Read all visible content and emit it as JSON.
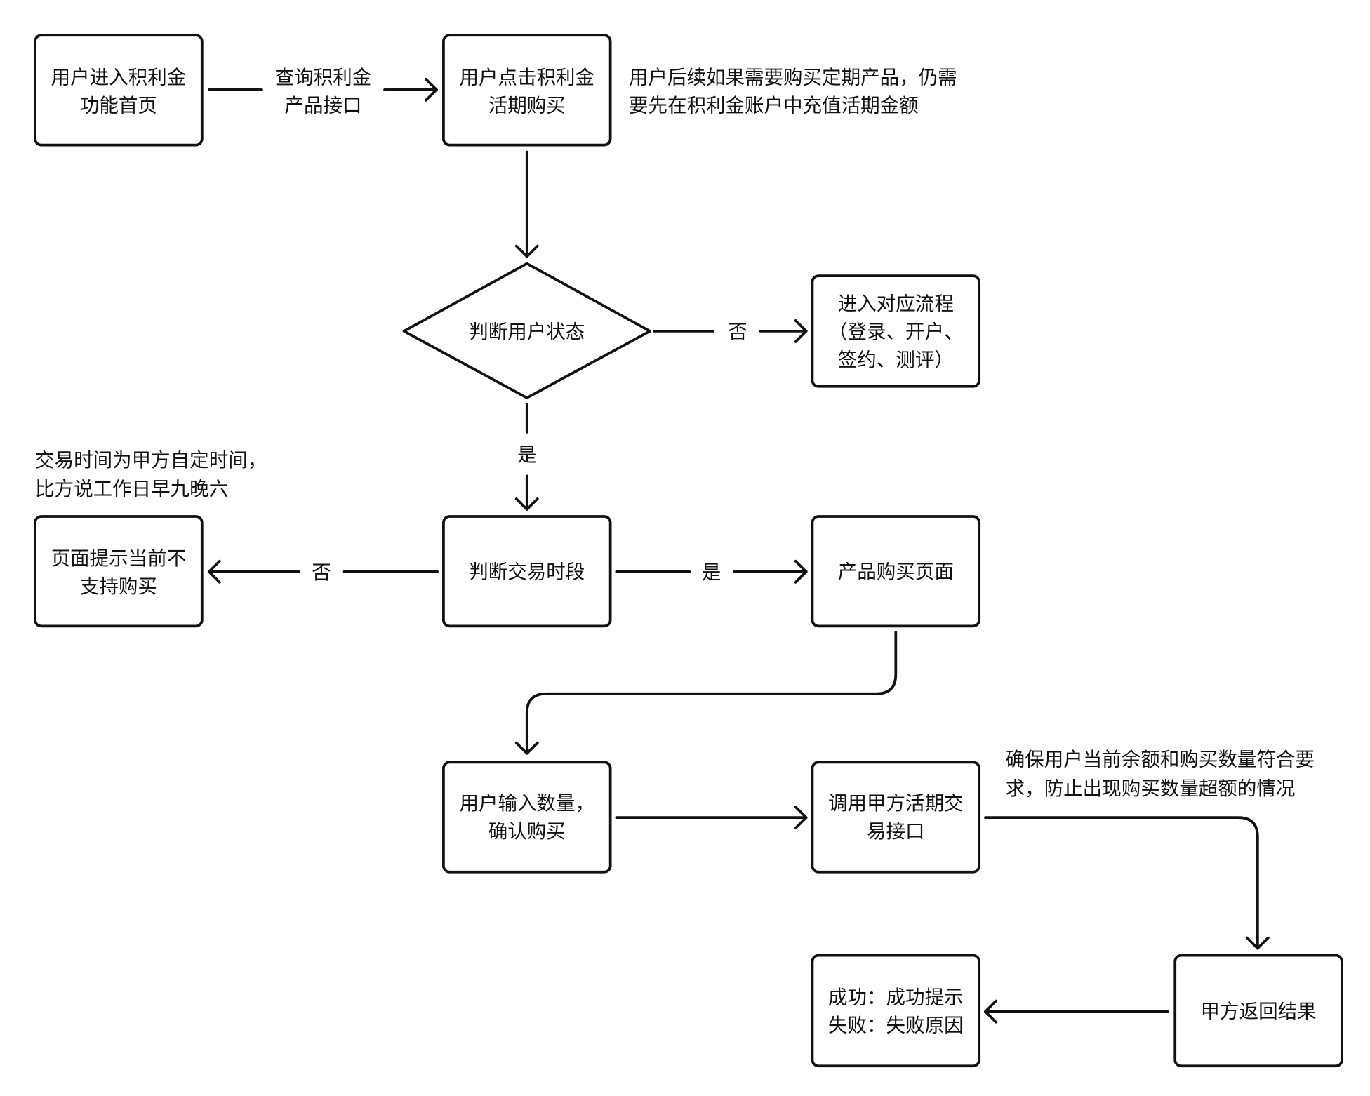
{
  "nodes": {
    "start": {
      "lines": [
        "用户进入积利金",
        "功能首页"
      ]
    },
    "click_buy": {
      "lines": [
        "用户点击积利金",
        "活期购买"
      ]
    },
    "check_user": {
      "lines": [
        "判断用户状态"
      ]
    },
    "flow": {
      "lines": [
        "进入对应流程",
        "（登录、开户、",
        "签约、测评）"
      ]
    },
    "not_supported": {
      "lines": [
        "页面提示当前不",
        "支持购买"
      ]
    },
    "check_time": {
      "lines": [
        "判断交易时段"
      ]
    },
    "buy_page": {
      "lines": [
        "产品购买页面"
      ]
    },
    "input_qty": {
      "lines": [
        "用户输入数量，",
        "确认购买"
      ]
    },
    "call_api": {
      "lines": [
        "调用甲方活期交",
        "易接口"
      ]
    },
    "result": {
      "lines": [
        "甲方返回结果"
      ]
    },
    "feedback": {
      "lines": [
        "成功：成功提示",
        "失败：失败原因"
      ]
    }
  },
  "edges": {
    "query_api": [
      "查询积利金",
      "产品接口"
    ],
    "user_no": "否",
    "user_yes": "是",
    "time_no": "否",
    "time_yes": "是"
  },
  "notes": {
    "regular_product": [
      "用户后续如果需要购买定期产品，仍需",
      "要先在积利金账户中充值活期金额"
    ],
    "trade_time": [
      "交易时间为甲方自定时间，",
      "比方说工作日早九晚六"
    ],
    "balance_check": [
      "确保用户当前余额和购买数量符合要",
      "求，防止出现购买数量超额的情况"
    ]
  }
}
